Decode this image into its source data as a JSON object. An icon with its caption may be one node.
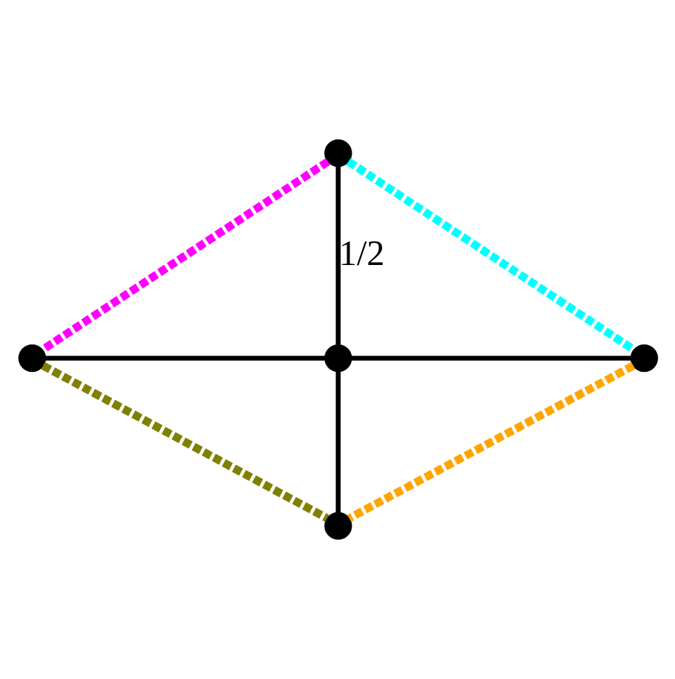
{
  "diagram": {
    "nodes": [
      {
        "text": [],
        "shape": "circle"
      },
      {
        "text": [],
        "shape": "circle"
      },
      {
        "text": [],
        "shape": "circle"
      },
      {
        "text": [],
        "shape": "circle"
      },
      {
        "text": [],
        "shape": "circle"
      }
    ],
    "edges": [
      {
        "from": 0,
        "to": 2,
        "arrow": "none",
        "label": "1/2"
      },
      {
        "from": 1,
        "to": 2,
        "arrow": "none"
      },
      {
        "from": 2,
        "to": 3,
        "arrow": "none"
      },
      {
        "from": 2,
        "to": 4,
        "arrow": "none"
      },
      {
        "from": 0,
        "to": 1,
        "arrow": "none",
        "style": "dashed",
        "color": "#ff00ff"
      },
      {
        "from": 0,
        "to": 3,
        "arrow": "none",
        "style": "dashed",
        "color": "#00ffff"
      },
      {
        "from": 1,
        "to": 4,
        "arrow": "none",
        "style": "dashed",
        "color": "#808000"
      },
      {
        "from": 3,
        "to": 4,
        "arrow": "none",
        "style": "dashed",
        "color": "#ffa500"
      }
    ]
  }
}
